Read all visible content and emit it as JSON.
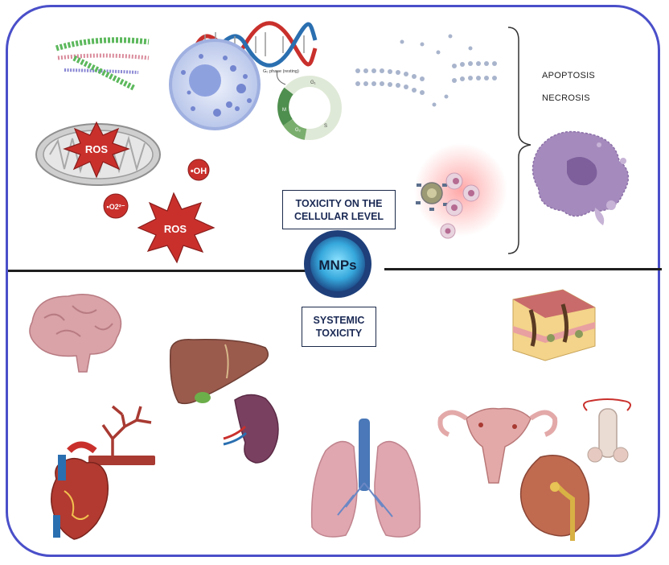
{
  "center": {
    "mnps_label": "MNPs",
    "cellular_label": "TOXICITY ON THE CELLULAR LEVEL",
    "systemic_label": "SYSTEMIC TOXICITY"
  },
  "outcomes": {
    "apoptosis": "APOPTOSIS",
    "necrosis": "NECROSIS"
  },
  "ros": {
    "mito_label": "ROS",
    "big_label": "ROS",
    "hydroxyl_label": "•OH",
    "superoxide_label": "•O2²⁻"
  },
  "cell_cycle": {
    "g0": "G₀ phase (resting)",
    "g1": "G₁",
    "s": "S",
    "g2": "G₂",
    "m": "M"
  },
  "colors": {
    "frame": "#4a4fc9",
    "ros_red": "#c9302c",
    "label_text": "#1b2a55",
    "mnps_blue": "#2a8fc7"
  }
}
